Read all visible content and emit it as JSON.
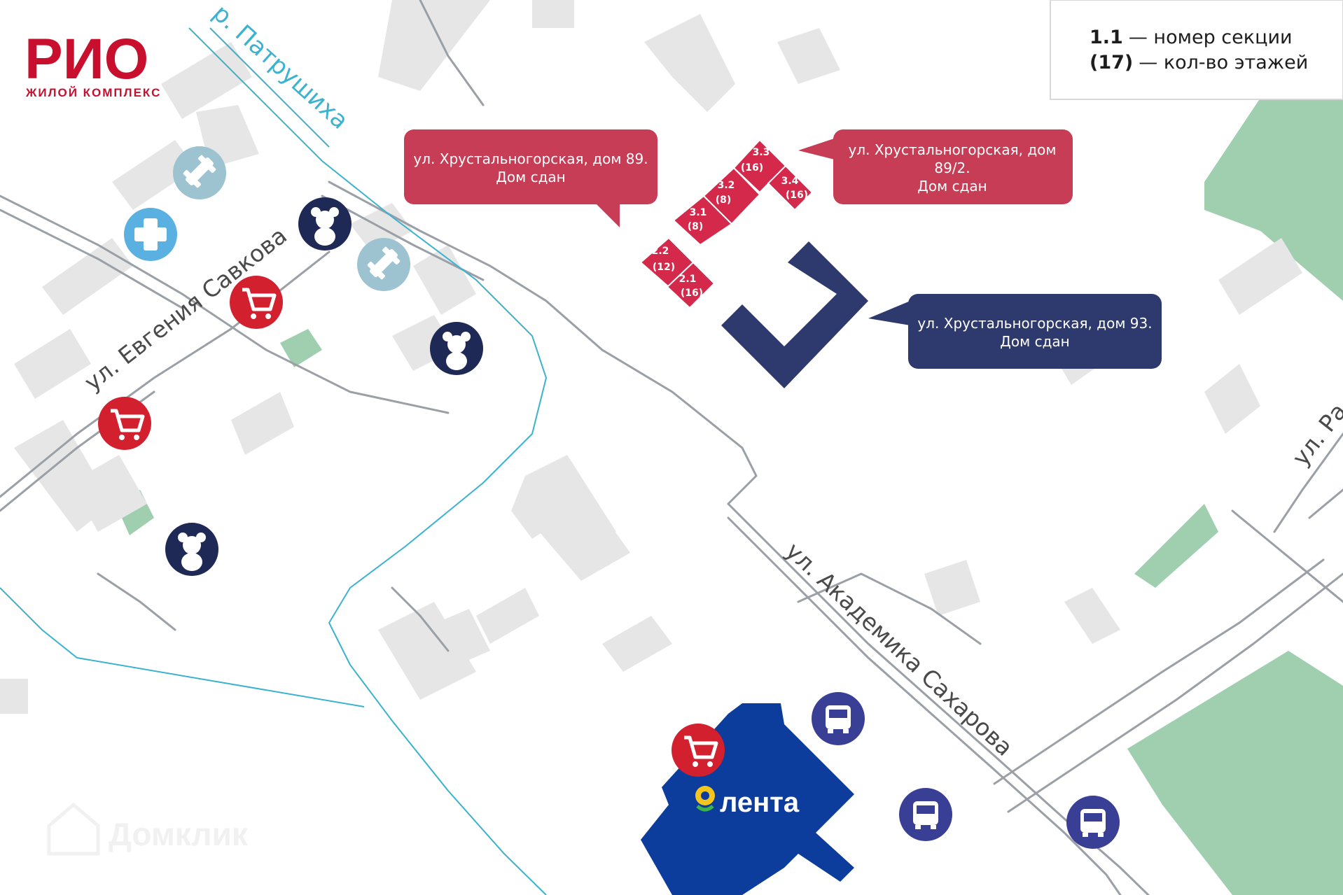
{
  "logo": {
    "name": "РИО",
    "tagline": "ЖИЛОЙ КОМПЛЕКС",
    "color": "#c8102e"
  },
  "legend": {
    "section_key": "1.1",
    "section_text": "— номер секции",
    "floors_key": "(17)",
    "floors_text": "— кол-во этажей"
  },
  "labels": {
    "river": "р. Патрушиха",
    "street_savkova": "ул. Евгения Савкова",
    "street_sakharova": "ул. Академика Сахарова",
    "street_right_partial": "ул. Ра"
  },
  "callouts": {
    "house_89": {
      "line1": "ул. Хрустальногорская, дом 89.",
      "line2": "Дом сдан",
      "color": "#c73d55"
    },
    "house_89_2": {
      "line1": "ул. Хрустальногорская, дом",
      "line2": "89/2.",
      "line3": "Дом сдан",
      "color": "#c73d55"
    },
    "house_93": {
      "line1": "ул. Хрустальногорская, дом 93.",
      "line2": "Дом сдан",
      "color": "#2e3a6e"
    }
  },
  "sections": [
    {
      "id": "2.2",
      "floors": "(12)"
    },
    {
      "id": "2.1",
      "floors": "(16)"
    },
    {
      "id": "3.1",
      "floors": "(8)"
    },
    {
      "id": "3.2",
      "floors": "(8)"
    },
    {
      "id": "3.3",
      "floors": "(16)"
    },
    {
      "id": "3.4",
      "floors": "(16)"
    }
  ],
  "store": {
    "name": "лента",
    "color": "#0c3c9c"
  },
  "watermark": "Домклик",
  "colors": {
    "accent_red": "#c8102e",
    "section_red": "#d4294b",
    "navy": "#2e3a6e",
    "poi_red": "#d2202f",
    "poi_light": "#9cc3cf",
    "poi_blue": "#5ab0e0",
    "poi_dark": "#1e2a55",
    "poi_bus": "#3a3f96",
    "park_green": "#8fc7a2",
    "river": "#3bb2cf",
    "building": "#e6e6e6",
    "road": "#9aa0a6"
  }
}
